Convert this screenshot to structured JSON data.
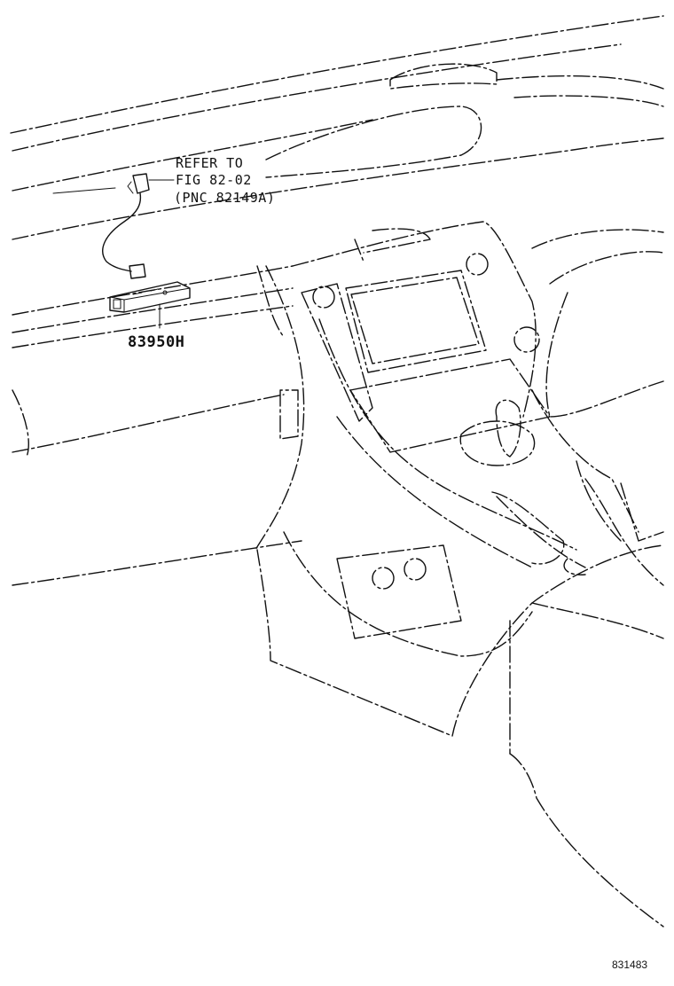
{
  "callout": {
    "line1": "REFER TO",
    "line2": "FIG 82-02",
    "line3": "(PNC 82149A)"
  },
  "part_number": "83950H",
  "illustration_id": "831483"
}
